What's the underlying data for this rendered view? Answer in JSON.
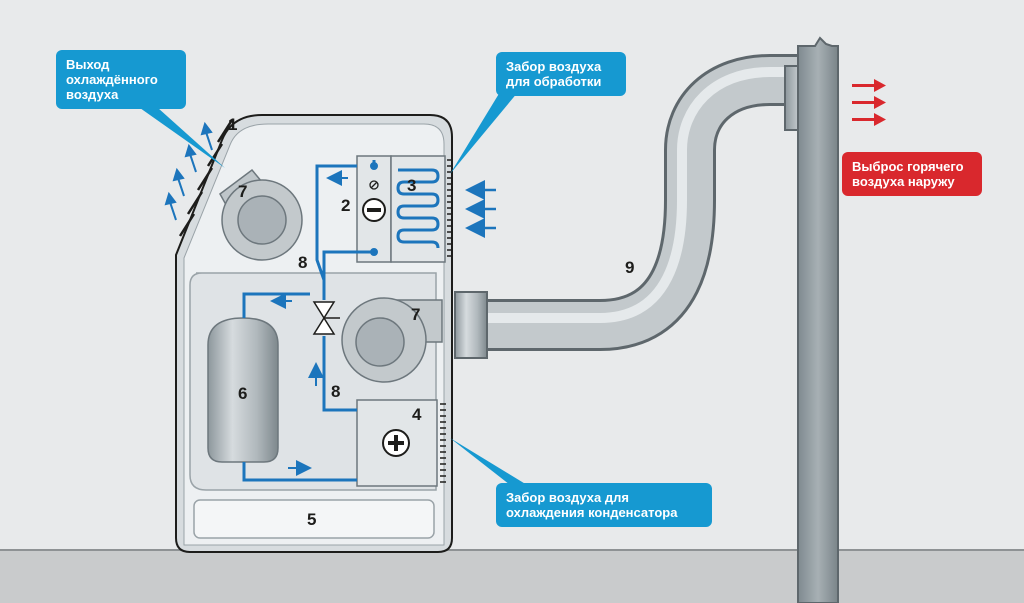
{
  "labels": {
    "cooled_air_out": "Выход\nохлаждённого\nвоздуха",
    "air_intake_process": "Забор воздуха\nдля обработки",
    "hot_air_out": "Выброс горячего\nвоздуха наружу",
    "air_intake_condenser": "Забор воздуха для\nохлаждения конденсатора"
  },
  "numbers": {
    "n1": "1",
    "n2": "2",
    "n3": "3",
    "n4": "4",
    "n5": "5",
    "n6": "6",
    "n7a": "7",
    "n7b": "7",
    "n8a": "8",
    "n8b": "8",
    "n9": "9"
  },
  "colors": {
    "pipe_blue": "#1c75bc",
    "callout_blue": "#1699d1",
    "callout_red": "#d9282d",
    "arrow_red": "#d9282d"
  }
}
